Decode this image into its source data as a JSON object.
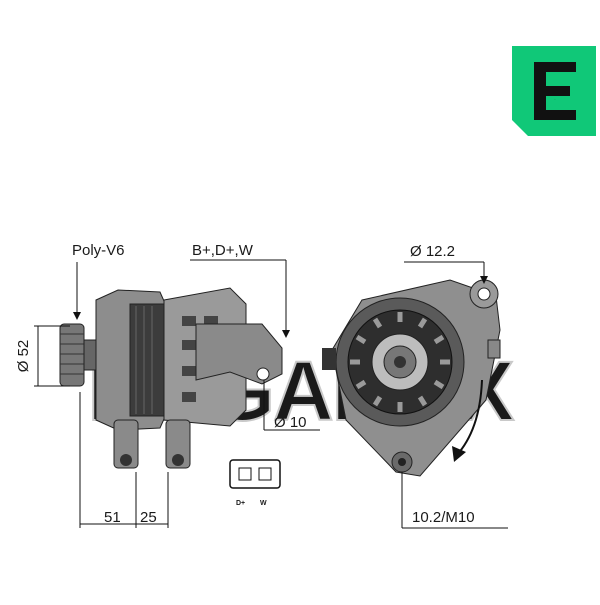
{
  "brand": {
    "logo_letter": "E",
    "logo_color": "#10c878",
    "watermark_text": "MEGAMAX"
  },
  "labels": {
    "belt": "Poly-V6",
    "terminals": "B+,D+,W",
    "pulley_diameter": "Ø 52",
    "mount_diameter": "Ø 10",
    "offset_1": "51",
    "offset_2": "25",
    "bolt_diameter": "Ø 12.2",
    "thread": "10.2/M10"
  },
  "connector": {
    "pin_left": "D+",
    "pin_right": "W"
  },
  "colors": {
    "line": "#111111",
    "body_dark": "#555555",
    "body_light": "#9a9a9a"
  }
}
